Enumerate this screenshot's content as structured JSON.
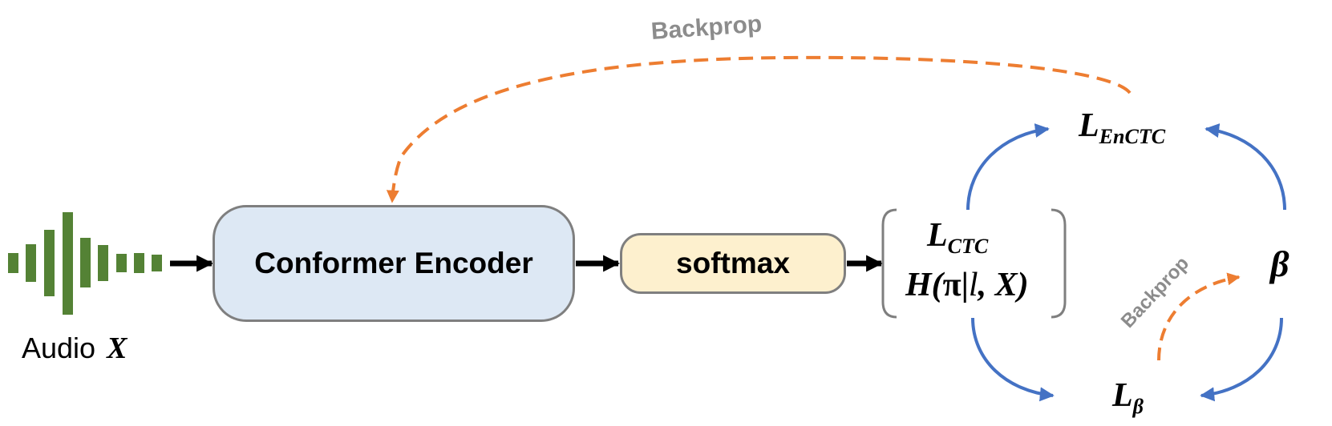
{
  "input": {
    "label": "Audio",
    "variable": "X",
    "waveform_color": "#548235"
  },
  "blocks": {
    "encoder": "Conformer Encoder",
    "softmax": "softmax"
  },
  "outputs": {
    "ctc_base": "L",
    "ctc_sub": "CTC",
    "entropy_expr": {
      "open": "H(",
      "pi": "π",
      "bar": "|",
      "l": "l",
      "rest": ", X)"
    }
  },
  "losses": {
    "enctc_base": "L",
    "enctc_sub": "EnCTC",
    "beta_loss_base": "L",
    "beta_loss_sub": "β",
    "beta": "β"
  },
  "annotations": {
    "backprop_top": "Backprop",
    "backprop_right": "Backprop"
  },
  "colors": {
    "encoder_fill": "#dde8f4",
    "softmax_fill": "#fdf0ce",
    "box_border": "#7f7f7f",
    "backprop_arrow": "#ed7d31",
    "loss_arrow": "#4472c4",
    "backprop_text": "#8c8c8c"
  }
}
